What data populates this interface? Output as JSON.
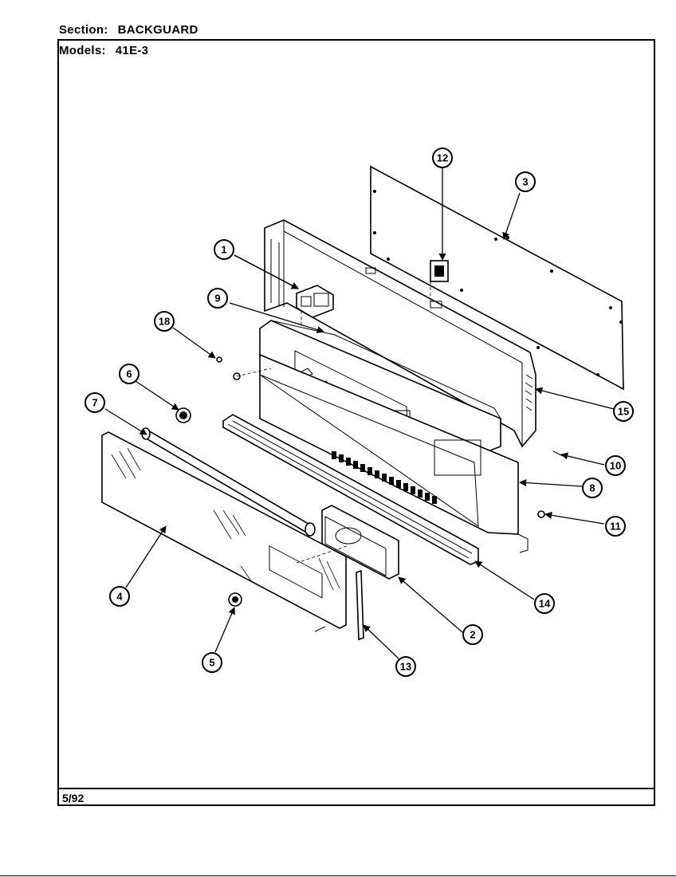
{
  "header": {
    "section_label": "Section:",
    "section_value": "BACKGUARD",
    "models_label": "Models:",
    "models_value": "41E-3"
  },
  "footer": {
    "date": "5/92"
  },
  "callouts": [
    {
      "id": "c1",
      "label": "1"
    },
    {
      "id": "c2",
      "label": "2"
    },
    {
      "id": "c3",
      "label": "3"
    },
    {
      "id": "c4",
      "label": "4"
    },
    {
      "id": "c5",
      "label": "5"
    },
    {
      "id": "c6",
      "label": "6"
    },
    {
      "id": "c7",
      "label": "7"
    },
    {
      "id": "c8",
      "label": "8"
    },
    {
      "id": "c9",
      "label": "9"
    },
    {
      "id": "c10",
      "label": "10"
    },
    {
      "id": "c11",
      "label": "11"
    },
    {
      "id": "c12",
      "label": "12"
    },
    {
      "id": "c13",
      "label": "13"
    },
    {
      "id": "c14",
      "label": "14"
    },
    {
      "id": "c15",
      "label": "15"
    },
    {
      "id": "c18",
      "label": "18"
    }
  ]
}
